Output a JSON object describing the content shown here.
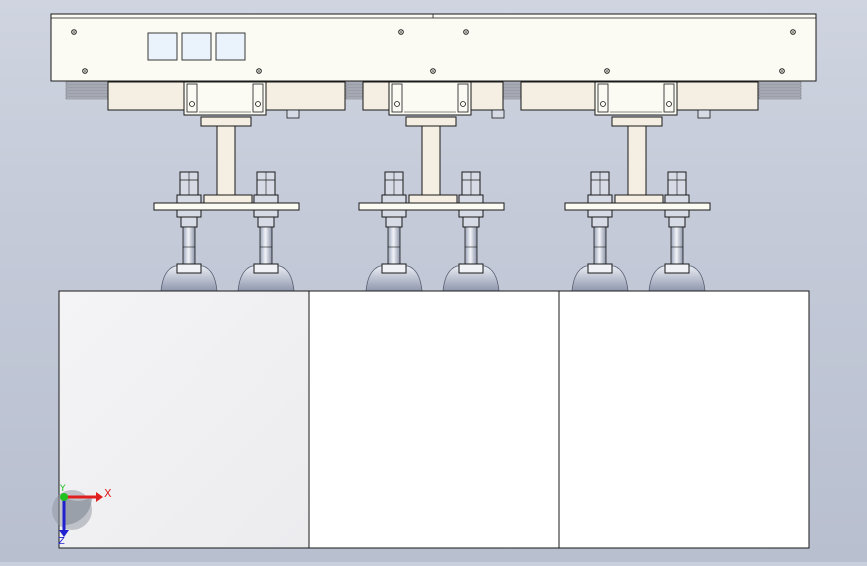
{
  "viewport": {
    "background_top": "#cfd4e0",
    "background_bottom": "#b8bfcf"
  },
  "model": {
    "rail_color": "#fbfbf3",
    "bracket_color": "#f4efe2",
    "hardware_color": "#d7dbe6",
    "block_color": "#ffffff",
    "edge_color": "#1a1a1a",
    "module_count": 3,
    "feet_per_module": 2,
    "window_count": 3,
    "block_count": 3
  },
  "triad": {
    "x_label": "X",
    "y_label": "Y",
    "z_label": "Z",
    "x_color": "#e02020",
    "y_color": "#20c020",
    "z_color": "#2020d0"
  }
}
